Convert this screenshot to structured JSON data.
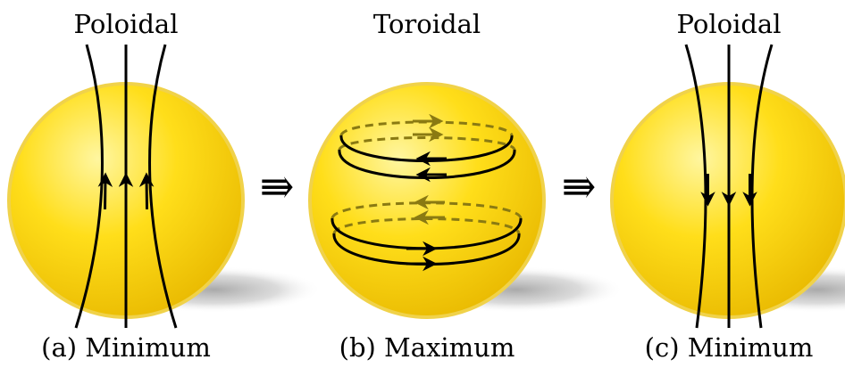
{
  "panels": [
    {
      "title": "Poloidal",
      "caption": "(a) Minimum",
      "field": "poloidal",
      "arrow_direction": "up"
    },
    {
      "title": "Toroidal",
      "caption": "(b) Maximum",
      "field": "toroidal"
    },
    {
      "title": "Poloidal",
      "caption": "(c) Minimum",
      "field": "poloidal",
      "arrow_direction": "down"
    }
  ],
  "transition_symbol": "⇛",
  "colors": {
    "sun_light": "#fff6a0",
    "sun_mid": "#ffde1a",
    "sun_dark": "#e8b800",
    "sun_rim": "#f0d24a",
    "field_line": "#000000",
    "hidden_line": "#8a7a12",
    "shadow": "#9a9a9a"
  }
}
